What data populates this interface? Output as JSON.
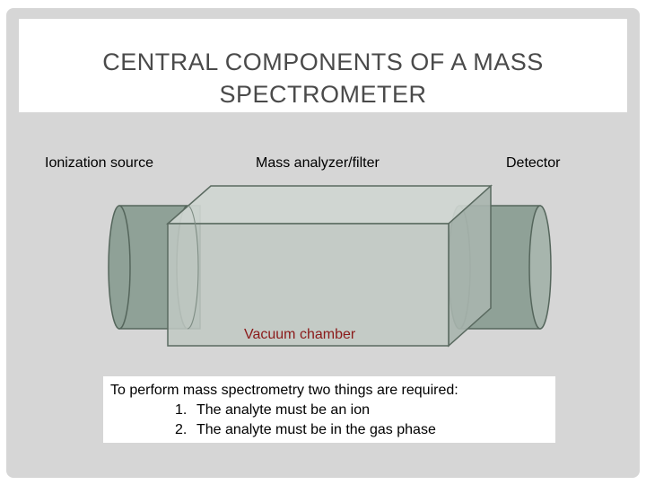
{
  "title": "CENTRAL COMPONENTS OF A MASS SPECTROMETER",
  "labels": {
    "ionization": "Ionization source",
    "analyzer": "Mass analyzer/filter",
    "detector": "Detector",
    "vacuum": "Vacuum chamber"
  },
  "note": {
    "intro": "To perform mass spectrometry two things are required:",
    "items": [
      {
        "num": "1.",
        "text": "The analyte must be an ion"
      },
      {
        "num": "2.",
        "text": "The analyte must be in the gas phase"
      }
    ]
  },
  "colors": {
    "background": "#d6d6d6",
    "cylinder": "#8fa197",
    "box": "#c1c9c3",
    "vacuum_label": "#8b1a1a"
  }
}
